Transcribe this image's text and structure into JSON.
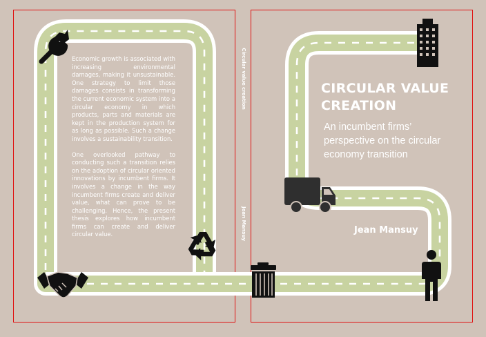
{
  "back_cover": {
    "paragraphs": [
      "Economic growth is associated with increasing environmental damages, making it unsustainable. One strategy to limit those damages consists in transforming the current economic system into a circular economy in which products, parts and materials are kept in the production system for as long as possible. Such a change involves a sustainability transition.",
      "One overlooked pathway to conducting such a transition relies on the adoption of circular oriented innovations by incumbent firms. It involves a change in the way incumbent firms create and deliver value, what can prove to be challenging. Hence, the present thesis explores how incumbent firms can create and deliver circular value."
    ]
  },
  "spine": {
    "title": "Circular value creation",
    "author": "Jean Mansuy"
  },
  "front_cover": {
    "title": "CIRCULAR VALUE CREATION",
    "subtitle": "An incumbent firms’ perspective on the circular economy transition",
    "author": "Jean Mansuy"
  },
  "colors": {
    "background": "#d0c3b9",
    "road": "#c8d3a1",
    "road_edge": "#ffffff",
    "icon": "#111111",
    "guide": "#e01010"
  },
  "icons": [
    "wrench-icon",
    "handshake-icon",
    "recycle-icon",
    "trash-bin-icon",
    "building-icon",
    "truck-icon",
    "person-icon"
  ]
}
